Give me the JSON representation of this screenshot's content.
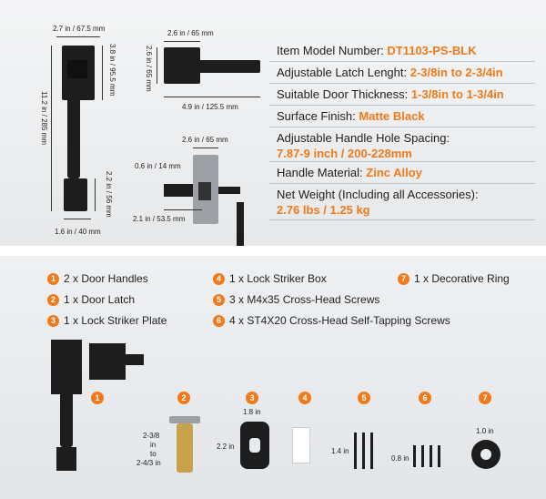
{
  "top": {
    "dims": {
      "plate_width": "2.7 in / 67.5 mm",
      "plate_height": "3.8 in / 95.5 mm",
      "total_height": "11.2 in / 285 mm",
      "bottom_height": "2.2 in / 56 mm",
      "bottom_width": "1.6 in / 40 mm",
      "rose_width": "2.6 in / 65 mm",
      "rose_height": "2.6 in / 65 mm",
      "lever_length": "4.9 in / 125.5 mm",
      "latch_width": "2.6 in / 65 mm",
      "latch_face": "0.6 in / 14 mm",
      "backset": "2.1 in / 53.5 mm"
    },
    "specs": [
      {
        "label": "Item Model Number: ",
        "value": "DT1103-PS-BLK"
      },
      {
        "label": "Adjustable Latch Lenght: ",
        "value": "2-3/8in to 2-3/4in"
      },
      {
        "label": "Suitable Door Thickness: ",
        "value": "1-3/8in to 1-3/4in"
      },
      {
        "label": "Surface Finish: ",
        "value": "Matte Black"
      },
      {
        "label": "Adjustable Handle Hole Spacing:",
        "value": "7.87-9 inch / 200-228mm"
      },
      {
        "label": "Handle Material: ",
        "value": "Zinc Alloy"
      },
      {
        "label": "Net Weight (Including all Accessories):",
        "value": "2.76 lbs / 1.25 kg"
      }
    ]
  },
  "parts": [
    {
      "num": "1",
      "text": "2 x Door Handles"
    },
    {
      "num": "2",
      "text": "1 x Door Latch"
    },
    {
      "num": "3",
      "text": "1 x Lock Striker Plate"
    },
    {
      "num": "4",
      "text": "1 x Lock Striker Box"
    },
    {
      "num": "5",
      "text": "3 x M4x35 Cross-Head Screws"
    },
    {
      "num": "6",
      "text": "4 x ST4X20 Cross-Head Self-Tapping Screws"
    },
    {
      "num": "7",
      "text": "1 x Decorative Ring"
    }
  ],
  "bottom_dims": {
    "latch_range_a": "2-3/8",
    "latch_range_in": "in",
    "latch_range_to": "to",
    "latch_range_b": "2-4/3 in",
    "plate_w": "1.8 in",
    "plate_h": "2.2 in",
    "screw_len": "1.4 in",
    "self_tap_len": "0.8 in",
    "ring_d": "1.0 in"
  },
  "colors": {
    "accent": "#f07a1a",
    "hardware": "#1d1d1d"
  }
}
